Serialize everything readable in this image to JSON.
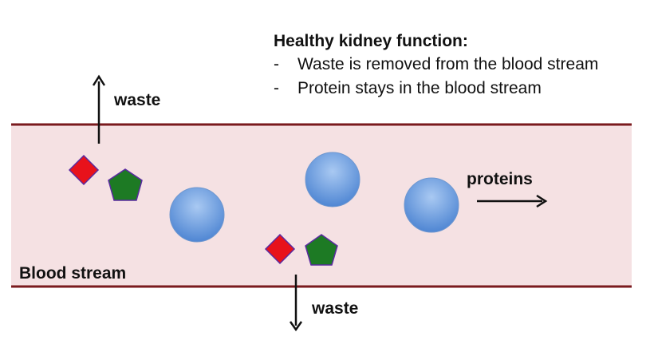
{
  "title": "Healthy kidney function:",
  "points": [
    "Waste is removed from the blood stream",
    "Protein stays in the blood stream"
  ],
  "bullet_marker": "-",
  "labels": {
    "waste_top": "waste",
    "waste_bottom": "waste",
    "proteins": "proteins",
    "blood_stream": "Blood stream"
  },
  "colors": {
    "vessel_fill": "#f5e1e3",
    "vessel_wall": "#7a1a1e",
    "protein": "#5b93db",
    "waste_diamond": "#e8121b",
    "waste_pentagon": "#1d7a24",
    "shape_outline": "#5a2aa0"
  },
  "icons": {
    "protein": "protein-circle-icon",
    "waste_diamond": "waste-diamond-icon",
    "waste_pentagon": "waste-pentagon-icon",
    "arrow_up": "arrow-up-icon",
    "arrow_down": "arrow-down-icon",
    "arrow_right": "arrow-right-icon"
  }
}
